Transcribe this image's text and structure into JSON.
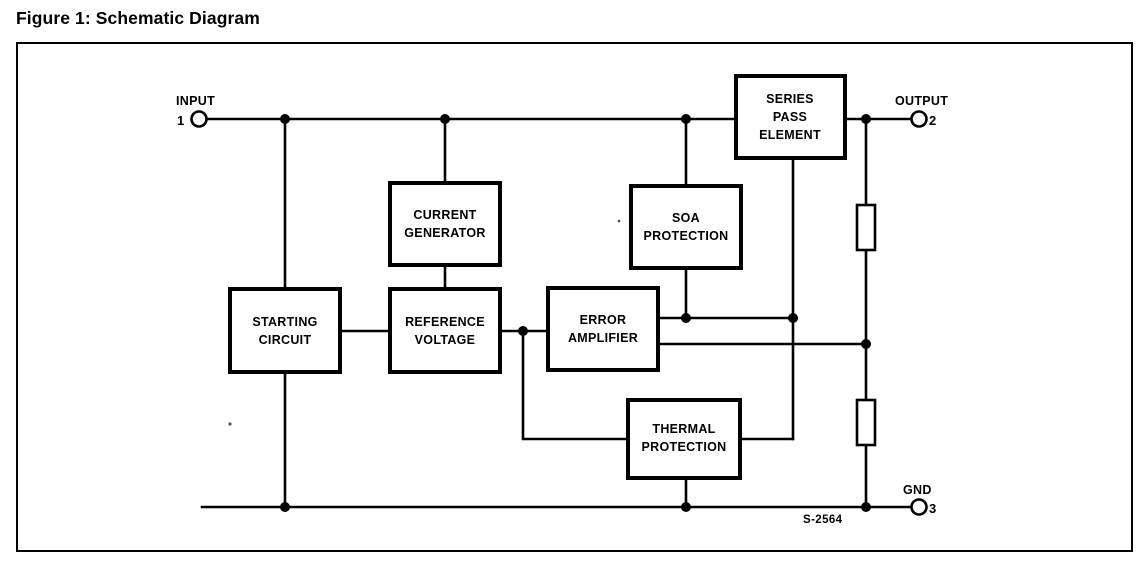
{
  "figure": {
    "caption": "Figure 1: Schematic Diagram",
    "reference_code": "S-2564"
  },
  "colors": {
    "ink": "#000000",
    "paper": "#ffffff"
  },
  "pins": [
    {
      "id": "input",
      "label": "INPUT",
      "number": "1"
    },
    {
      "id": "output",
      "label": "OUTPUT",
      "number": "2"
    },
    {
      "id": "gnd",
      "label": "GND",
      "number": "3"
    }
  ],
  "blocks": [
    {
      "id": "series-pass-element",
      "line1": "SERIES",
      "line2": "PASS",
      "line3": "ELEMENT"
    },
    {
      "id": "current-generator",
      "line1": "CURRENT",
      "line2": "GENERATOR",
      "line3": ""
    },
    {
      "id": "soa-protection",
      "line1": "SOA",
      "line2": "PROTECTION",
      "line3": ""
    },
    {
      "id": "starting-circuit",
      "line1": "STARTING",
      "line2": "CIRCUIT",
      "line3": ""
    },
    {
      "id": "reference-voltage",
      "line1": "REFERENCE",
      "line2": "VOLTAGE",
      "line3": ""
    },
    {
      "id": "error-amplifier",
      "line1": "ERROR",
      "line2": "AMPLIFIER",
      "line3": ""
    },
    {
      "id": "thermal-protection",
      "line1": "THERMAL",
      "line2": "PROTECTION",
      "line3": ""
    }
  ],
  "components": [
    {
      "id": "divider-resistor-upper",
      "type": "resistor"
    },
    {
      "id": "divider-resistor-lower",
      "type": "resistor"
    }
  ],
  "chart_data": {
    "type": "diagram",
    "title": "Figure 1: Schematic Diagram",
    "nodes": [
      "INPUT 1",
      "OUTPUT 2",
      "GND 3",
      "SERIES PASS ELEMENT",
      "CURRENT GENERATOR",
      "SOA PROTECTION",
      "STARTING CIRCUIT",
      "REFERENCE VOLTAGE",
      "ERROR AMPLIFIER",
      "THERMAL PROTECTION",
      "divider-resistor-upper",
      "divider-resistor-lower"
    ],
    "edges": [
      [
        "INPUT 1",
        "STARTING CIRCUIT"
      ],
      [
        "INPUT 1",
        "CURRENT GENERATOR"
      ],
      [
        "INPUT 1",
        "SOA PROTECTION"
      ],
      [
        "INPUT 1",
        "SERIES PASS ELEMENT"
      ],
      [
        "CURRENT GENERATOR",
        "REFERENCE VOLTAGE"
      ],
      [
        "STARTING CIRCUIT",
        "REFERENCE VOLTAGE"
      ],
      [
        "STARTING CIRCUIT",
        "GND 3"
      ],
      [
        "REFERENCE VOLTAGE",
        "ERROR AMPLIFIER"
      ],
      [
        "REFERENCE VOLTAGE",
        "THERMAL PROTECTION"
      ],
      [
        "ERROR AMPLIFIER",
        "SOA PROTECTION"
      ],
      [
        "ERROR AMPLIFIER",
        "SERIES PASS ELEMENT"
      ],
      [
        "ERROR AMPLIFIER",
        "divider-resistor-upper"
      ],
      [
        "ERROR AMPLIFIER",
        "divider-resistor-lower"
      ],
      [
        "SERIES PASS ELEMENT",
        "OUTPUT 2"
      ],
      [
        "SERIES PASS ELEMENT",
        "THERMAL PROTECTION"
      ],
      [
        "OUTPUT 2",
        "divider-resistor-upper"
      ],
      [
        "divider-resistor-lower",
        "GND 3"
      ],
      [
        "THERMAL PROTECTION",
        "GND 3"
      ]
    ]
  }
}
